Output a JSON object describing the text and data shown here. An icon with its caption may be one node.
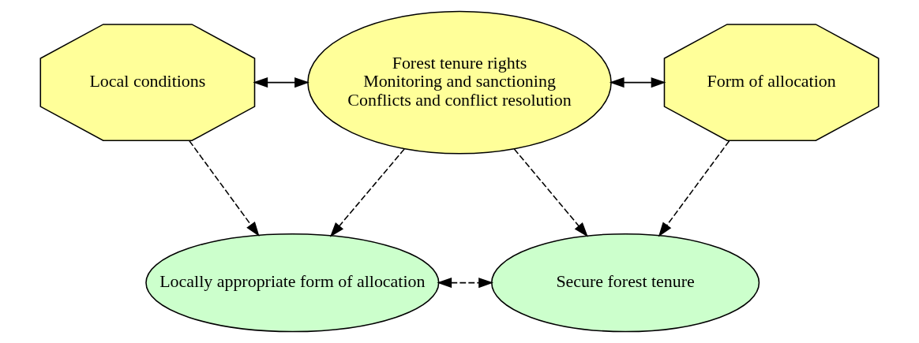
{
  "diagram": {
    "nodes": [
      {
        "text": [
          "Local conditions"
        ]
      },
      {
        "text": [
          "Forest tenure rights",
          "Monitoring and sanctioning",
          "Conflicts and conflict resolution"
        ]
      },
      {
        "text": [
          "Form of allocation"
        ]
      },
      {
        "text": [
          "Locally appropriate form of allocation"
        ]
      },
      {
        "text": [
          "Secure forest tenure"
        ]
      }
    ],
    "edges": [
      {
        "from": 0,
        "to": 1,
        "arrow": "both"
      },
      {
        "from": 1,
        "to": 2,
        "arrow": "both"
      },
      {
        "from": 0,
        "to": 3,
        "arrow": "to",
        "style": "dashed"
      },
      {
        "from": 1,
        "to": 3,
        "arrow": "to",
        "style": "dashed"
      },
      {
        "from": 1,
        "to": 4,
        "arrow": "to",
        "style": "dashed"
      },
      {
        "from": 2,
        "to": 4,
        "arrow": "to",
        "style": "dashed"
      },
      {
        "from": 3,
        "to": 4,
        "arrow": "both",
        "style": "dashed"
      }
    ]
  }
}
